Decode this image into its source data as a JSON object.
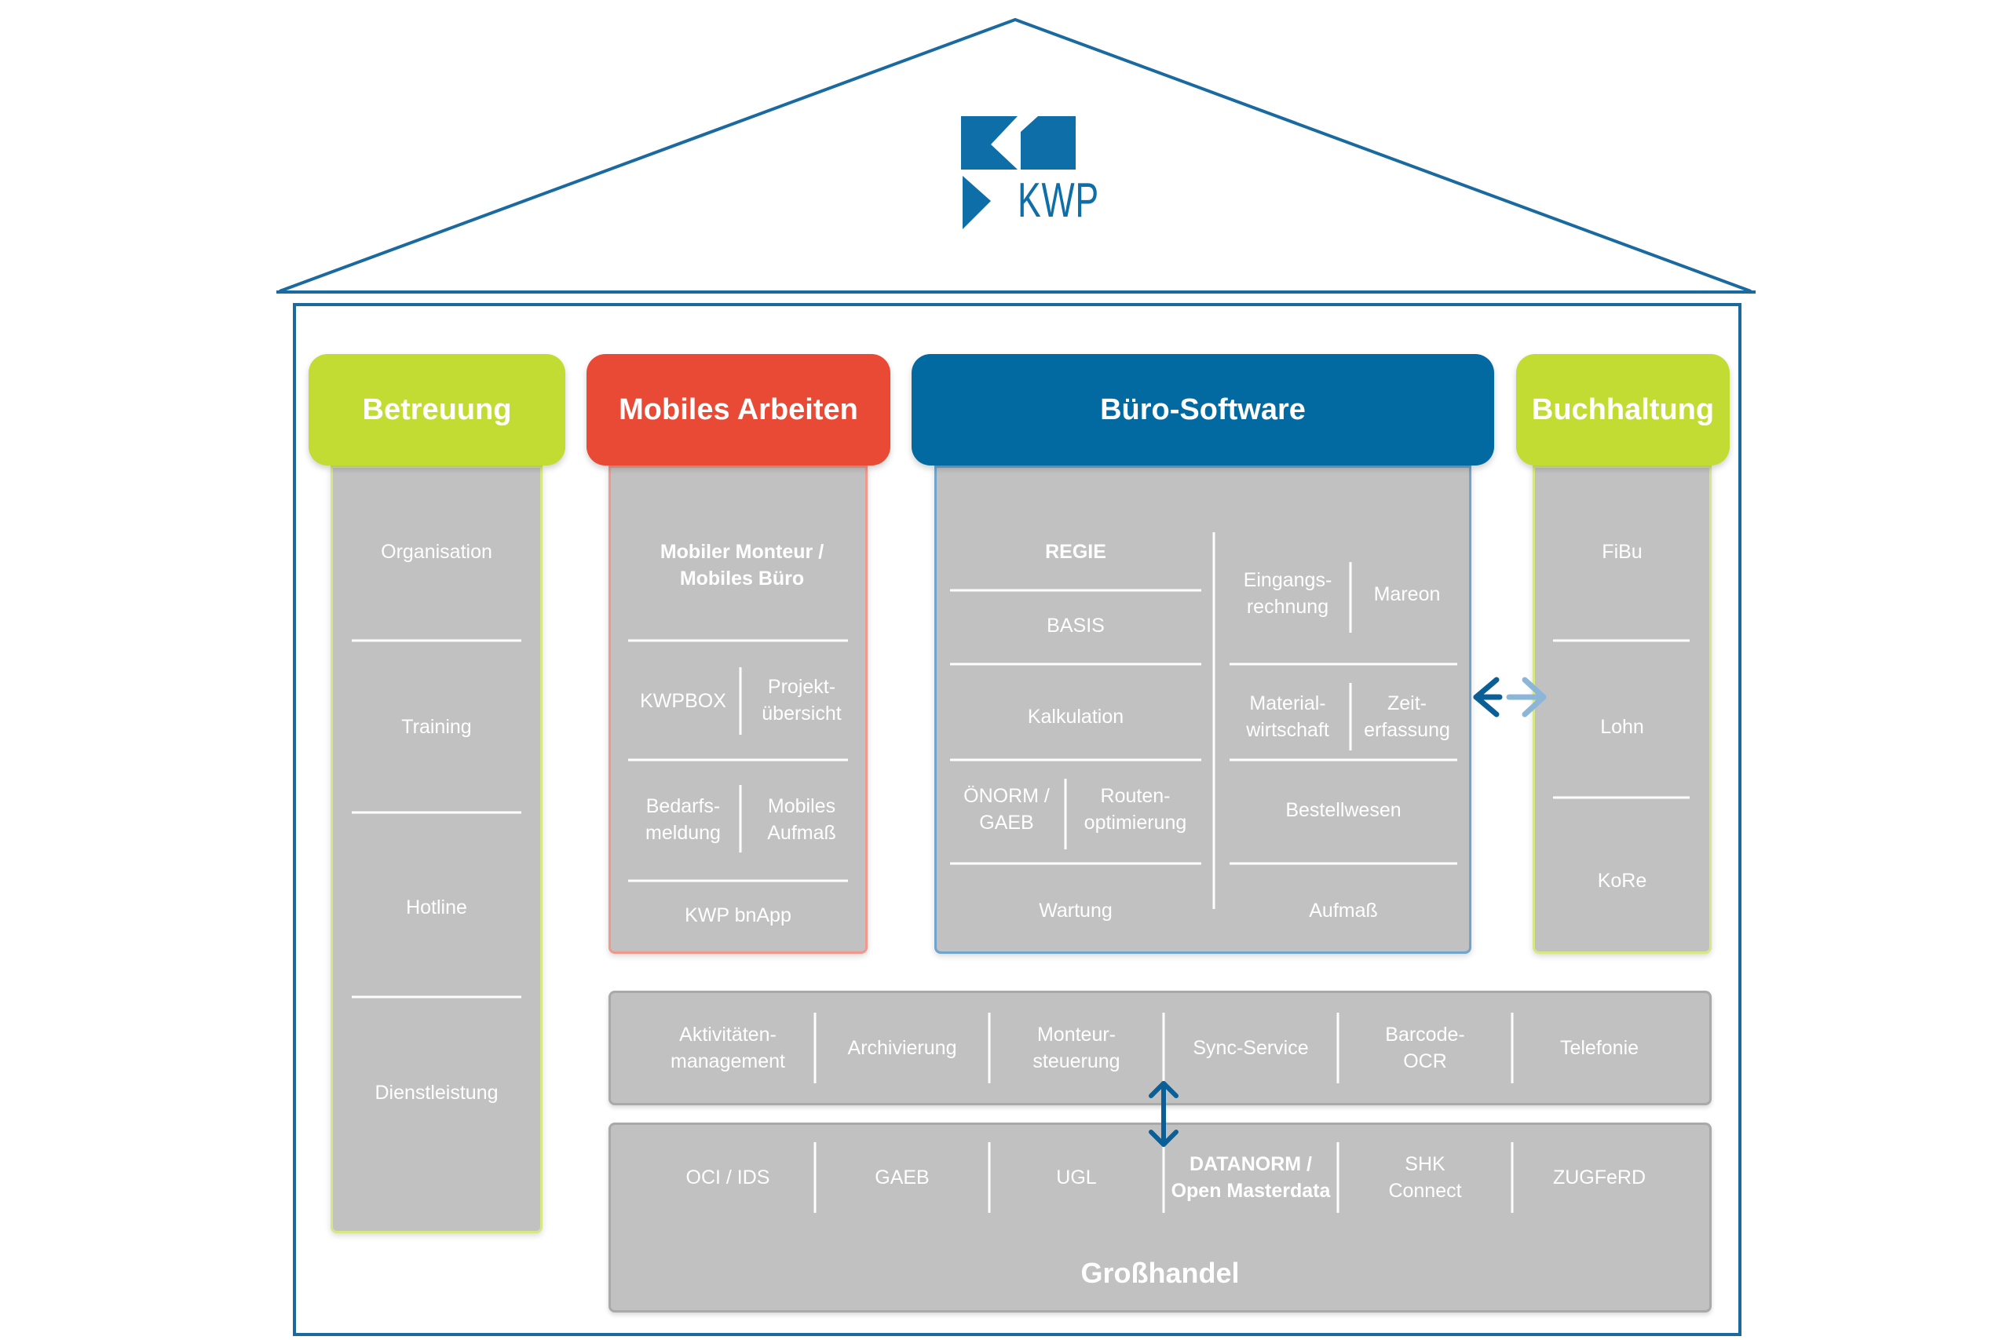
{
  "logo": {
    "text": "KWP"
  },
  "colors": {
    "blue": "#0369a1",
    "green": "#c2dc34",
    "red": "#e84a35",
    "gray": "#c1c1c1"
  },
  "pillars": {
    "betreuung": {
      "title": "Betreuung",
      "items": [
        "Organisation",
        "Training",
        "Hotline",
        "Dienstleistung"
      ]
    },
    "mobil": {
      "title": "Mobiles Arbeiten",
      "items": [
        "Mobiler Monteur /\nMobiles Büro",
        "KWPBOX",
        "Projekt-\nübersicht",
        "Bedarfs-\nmeldung",
        "Mobiles\nAufmaß",
        "KWP bnApp"
      ]
    },
    "buero": {
      "title": "Büro-Software",
      "left": [
        "REGIE",
        "BASIS",
        "Kalkulation",
        "ÖNORM /\nGAEB",
        "Routen-\noptimierung",
        "Wartung"
      ],
      "right": [
        "Eingangs-\nrechnung",
        "Mareon",
        "Material-\nwirtschaft",
        "Zeit-\nerfassung",
        "Bestellwesen",
        "Aufmaß"
      ]
    },
    "buchhaltung": {
      "title": "Buchhaltung",
      "items": [
        "FiBu",
        "Lohn",
        "KoRe"
      ]
    }
  },
  "services": [
    "Aktivitäten-\nmanagement",
    "Archivierung",
    "Monteur-\nsteuerung",
    "Sync-Service",
    "Barcode-\nOCR",
    "Telefonie"
  ],
  "grosshandel": {
    "title": "Großhandel",
    "items": [
      "OCI / IDS",
      "GAEB",
      "UGL",
      "DATANORM /\nOpen Masterdata",
      "SHK\nConnect",
      "ZUGFeRD"
    ]
  }
}
